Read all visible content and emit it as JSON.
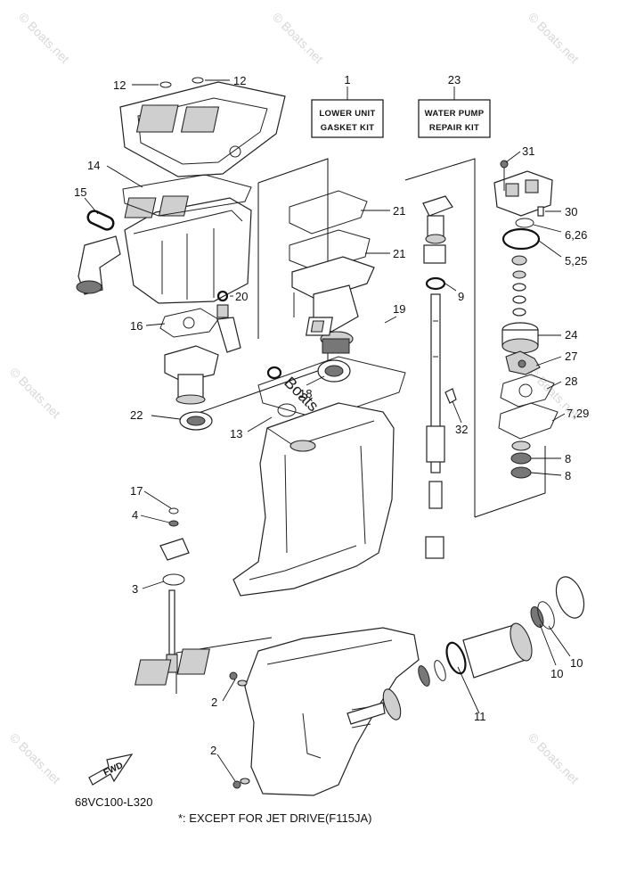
{
  "watermark": {
    "text": "© Boats.net",
    "center_text": "Boats.net"
  },
  "kits": [
    {
      "ref": "1",
      "line1": "LOWER UNIT",
      "line2": "GASKET KIT"
    },
    {
      "ref": "23",
      "line1": "WATER PUMP",
      "line2": "REPAIR KIT"
    }
  ],
  "callouts": [
    "12",
    "12",
    "14",
    "15",
    "16",
    "20",
    "22",
    "21",
    "21",
    "19",
    "18",
    "13",
    "9",
    "32",
    "31",
    "30",
    "6,26",
    "5,25",
    "24",
    "27",
    "28",
    "7,29",
    "8",
    "8",
    "17",
    "4",
    "3",
    "2",
    "2",
    "11",
    "10",
    "10"
  ],
  "fwd_label": "FWD",
  "diagram_code": "68VC100-L320",
  "footnote": "*: EXCEPT FOR JET DRIVE(F115JA)"
}
